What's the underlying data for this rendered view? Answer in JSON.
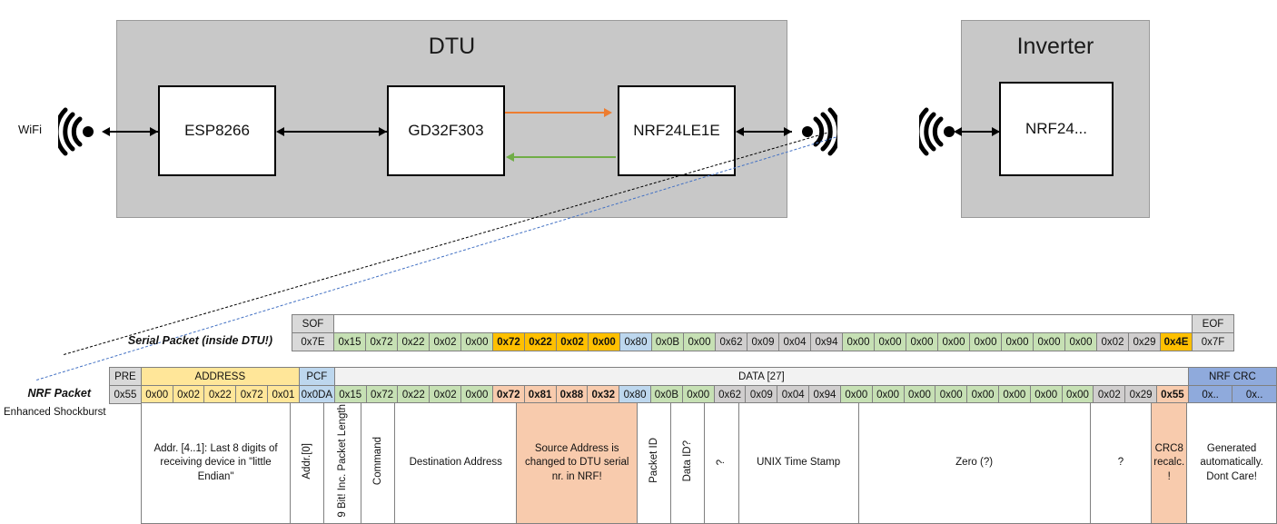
{
  "diagram": {
    "dtu": {
      "title": "DTU",
      "wifi_label": "WiFi",
      "chips": [
        {
          "name": "ESP8266"
        },
        {
          "name": "GD32F303"
        },
        {
          "name": "NRF24LE1E"
        }
      ]
    },
    "inverter": {
      "title": "Inverter",
      "chips": [
        {
          "name": "NRF24..."
        }
      ]
    },
    "colors": {
      "orange_arrow": "#ED7D31",
      "green_arrow": "#70AD47",
      "container_fill": "#c8c8c8",
      "leader_blue": "#4472C4"
    }
  },
  "serial_packet": {
    "label": "Serial Packet (inside DTU!)",
    "sof_header": "SOF",
    "eof_header": "EOF",
    "sof_value": "0x7E",
    "eof_value": "0x7F",
    "bytes": [
      {
        "v": "0x15",
        "fill": "f-green",
        "bold": false
      },
      {
        "v": "0x72",
        "fill": "f-green",
        "bold": false
      },
      {
        "v": "0x22",
        "fill": "f-green",
        "bold": false
      },
      {
        "v": "0x02",
        "fill": "f-green",
        "bold": false
      },
      {
        "v": "0x00",
        "fill": "f-green",
        "bold": false
      },
      {
        "v": "0x72",
        "fill": "f-orange",
        "bold": true
      },
      {
        "v": "0x22",
        "fill": "f-orange",
        "bold": true
      },
      {
        "v": "0x02",
        "fill": "f-orange",
        "bold": true
      },
      {
        "v": "0x00",
        "fill": "f-orange",
        "bold": true
      },
      {
        "v": "0x80",
        "fill": "f-lblue",
        "bold": false
      },
      {
        "v": "0x0B",
        "fill": "f-green",
        "bold": false
      },
      {
        "v": "0x00",
        "fill": "f-green",
        "bold": false
      },
      {
        "v": "0x62",
        "fill": "f-dgray",
        "bold": false
      },
      {
        "v": "0x09",
        "fill": "f-dgray",
        "bold": false
      },
      {
        "v": "0x04",
        "fill": "f-dgray",
        "bold": false
      },
      {
        "v": "0x94",
        "fill": "f-dgray",
        "bold": false
      },
      {
        "v": "0x00",
        "fill": "f-green",
        "bold": false
      },
      {
        "v": "0x00",
        "fill": "f-green",
        "bold": false
      },
      {
        "v": "0x00",
        "fill": "f-green",
        "bold": false
      },
      {
        "v": "0x00",
        "fill": "f-green",
        "bold": false
      },
      {
        "v": "0x00",
        "fill": "f-green",
        "bold": false
      },
      {
        "v": "0x00",
        "fill": "f-green",
        "bold": false
      },
      {
        "v": "0x00",
        "fill": "f-green",
        "bold": false
      },
      {
        "v": "0x00",
        "fill": "f-green",
        "bold": false
      },
      {
        "v": "0x02",
        "fill": "f-dgray",
        "bold": false
      },
      {
        "v": "0x29",
        "fill": "f-dgray",
        "bold": false
      },
      {
        "v": "0x4E",
        "fill": "f-orange",
        "bold": true
      }
    ]
  },
  "nrf_packet": {
    "label": "NRF Packet",
    "sublabel": "Enhanced Shockburst",
    "headers": {
      "pre": "PRE",
      "address": "ADDRESS",
      "pcf": "PCF",
      "data": "DATA [27]",
      "crc": "NRF CRC"
    },
    "pre_value": "0x55",
    "address_values": [
      "0x00",
      "0x02",
      "0x22",
      "0x72",
      "0x01"
    ],
    "pcf_value": "0x0DA",
    "crc_values": [
      "0x..",
      "0x.."
    ],
    "bytes": [
      {
        "v": "0x15",
        "fill": "f-green",
        "bold": false
      },
      {
        "v": "0x72",
        "fill": "f-green",
        "bold": false
      },
      {
        "v": "0x22",
        "fill": "f-green",
        "bold": false
      },
      {
        "v": "0x02",
        "fill": "f-green",
        "bold": false
      },
      {
        "v": "0x00",
        "fill": "f-green",
        "bold": false
      },
      {
        "v": "0x72",
        "fill": "f-salmon",
        "bold": true
      },
      {
        "v": "0x81",
        "fill": "f-salmon",
        "bold": true
      },
      {
        "v": "0x88",
        "fill": "f-salmon",
        "bold": true
      },
      {
        "v": "0x32",
        "fill": "f-salmon",
        "bold": true
      },
      {
        "v": "0x80",
        "fill": "f-lblue",
        "bold": false
      },
      {
        "v": "0x0B",
        "fill": "f-green",
        "bold": false
      },
      {
        "v": "0x00",
        "fill": "f-green",
        "bold": false
      },
      {
        "v": "0x62",
        "fill": "f-dgray",
        "bold": false
      },
      {
        "v": "0x09",
        "fill": "f-dgray",
        "bold": false
      },
      {
        "v": "0x04",
        "fill": "f-dgray",
        "bold": false
      },
      {
        "v": "0x94",
        "fill": "f-dgray",
        "bold": false
      },
      {
        "v": "0x00",
        "fill": "f-green",
        "bold": false
      },
      {
        "v": "0x00",
        "fill": "f-green",
        "bold": false
      },
      {
        "v": "0x00",
        "fill": "f-green",
        "bold": false
      },
      {
        "v": "0x00",
        "fill": "f-green",
        "bold": false
      },
      {
        "v": "0x00",
        "fill": "f-green",
        "bold": false
      },
      {
        "v": "0x00",
        "fill": "f-green",
        "bold": false
      },
      {
        "v": "0x00",
        "fill": "f-green",
        "bold": false
      },
      {
        "v": "0x00",
        "fill": "f-green",
        "bold": false
      },
      {
        "v": "0x02",
        "fill": "f-dgray",
        "bold": false
      },
      {
        "v": "0x29",
        "fill": "f-dgray",
        "bold": false
      },
      {
        "v": "0x55",
        "fill": "f-salmon",
        "bold": true
      }
    ]
  },
  "descriptions": [
    {
      "text": "Addr. [4..1]:\nLast 8 digits of receiving device in \"little Endian\"",
      "span": 5,
      "vertical": false,
      "align": "left",
      "fill": "f-white"
    },
    {
      "text": "Addr.[0]",
      "span": 1,
      "vertical": true,
      "align": "center",
      "fill": "f-white"
    },
    {
      "text": "9 Bit!  Inc. Packet Length",
      "span": 1,
      "vertical": true,
      "align": "center",
      "fill": "f-white"
    },
    {
      "text": "Command",
      "span": 1,
      "vertical": true,
      "align": "center",
      "fill": "f-white"
    },
    {
      "text": "Destination Address",
      "span": 4,
      "vertical": false,
      "align": "center",
      "fill": "f-white"
    },
    {
      "text": "Source Address is changed to DTU serial nr. in NRF!",
      "span": 4,
      "vertical": false,
      "align": "left",
      "fill": "f-salmon"
    },
    {
      "text": "Packet ID",
      "span": 1,
      "vertical": true,
      "align": "center",
      "fill": "f-white"
    },
    {
      "text": "Data ID?",
      "span": 1,
      "vertical": true,
      "align": "center",
      "fill": "f-white"
    },
    {
      "text": "?",
      "span": 1,
      "vertical": true,
      "align": "center",
      "fill": "f-white"
    },
    {
      "text": "UNIX Time Stamp",
      "span": 4,
      "vertical": false,
      "align": "center",
      "fill": "f-white"
    },
    {
      "text": "Zero (?)",
      "span": 8,
      "vertical": false,
      "align": "center",
      "fill": "f-white"
    },
    {
      "text": "?",
      "span": 2,
      "vertical": false,
      "align": "center",
      "fill": "f-white"
    },
    {
      "text": "CRC8 recalc. !",
      "span": 1,
      "vertical": false,
      "align": "center",
      "fill": "f-salmon"
    },
    {
      "text": "Generated automatically. Dont Care!",
      "span": 2,
      "vertical": false,
      "align": "center",
      "fill": "f-white"
    }
  ]
}
